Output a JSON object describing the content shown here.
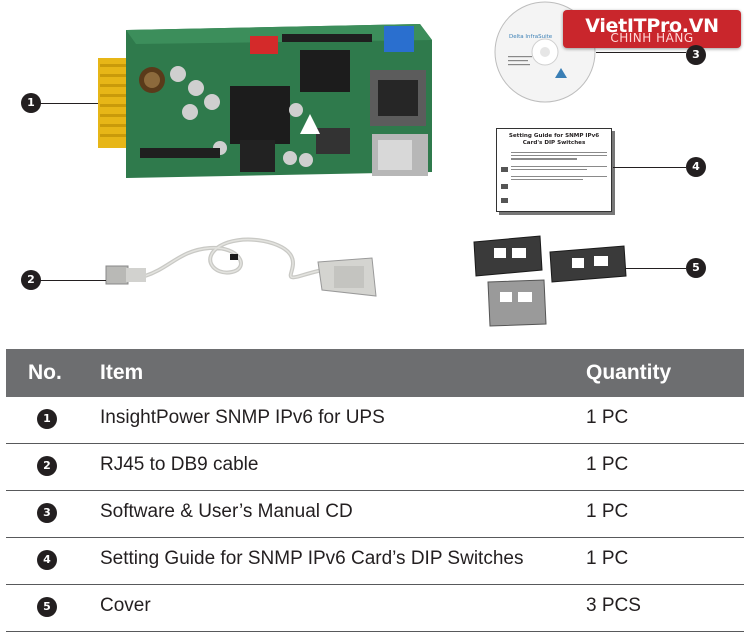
{
  "watermark": {
    "brand": "VietITPro.VN",
    "subtitle": "CHÍNH HÃNG"
  },
  "cd": {
    "label": "Delta InfraSuite"
  },
  "guide_card": {
    "title": "Setting Guide for SNMP IPv6 Card's DIP Switches"
  },
  "callouts": [
    "1",
    "2",
    "3",
    "4",
    "5"
  ],
  "table": {
    "headers": {
      "no": "No.",
      "item": "Item",
      "quantity": "Quantity"
    },
    "rows": [
      {
        "no": "1",
        "item": "InsightPower SNMP IPv6 for UPS",
        "quantity": "1 PC"
      },
      {
        "no": "2",
        "item": "RJ45 to DB9 cable",
        "quantity": "1 PC"
      },
      {
        "no": "3",
        "item": "Software & User’s Manual CD",
        "quantity": "1 PC"
      },
      {
        "no": "4",
        "item": "Setting Guide for SNMP IPv6 Card’s DIP Switches",
        "quantity": "1 PC"
      },
      {
        "no": "5",
        "item": "Cover",
        "quantity": "3 PCS"
      }
    ]
  },
  "colors": {
    "header_bg": "#6d6e70",
    "watermark": "#c9262c",
    "pcb": "#2f7a4c",
    "gold": "#e7b617"
  }
}
